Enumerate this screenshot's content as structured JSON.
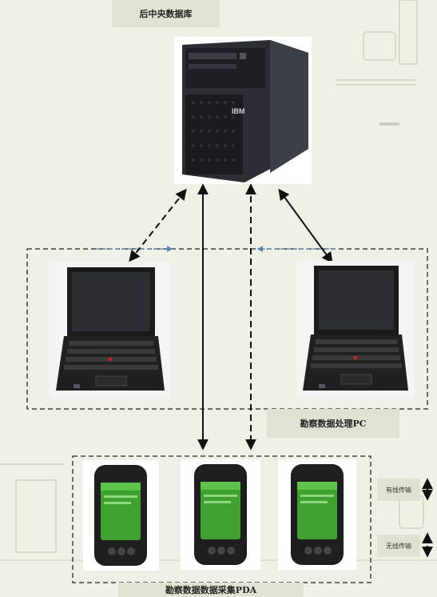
{
  "labels": {
    "server": "后中央数据库",
    "pc": "勘察数据处理PC",
    "pda": "勘察数据数据采集PDA"
  },
  "legend": {
    "wired": "有线传输",
    "wireless": "无线传输"
  },
  "server_brand": "IBM",
  "colors": {
    "background": "#eef1e6",
    "label_bg": "#dfe4d2",
    "wired_line": "#111111",
    "wireless_line": "#111111",
    "blue_link": "#5b7fb8"
  }
}
